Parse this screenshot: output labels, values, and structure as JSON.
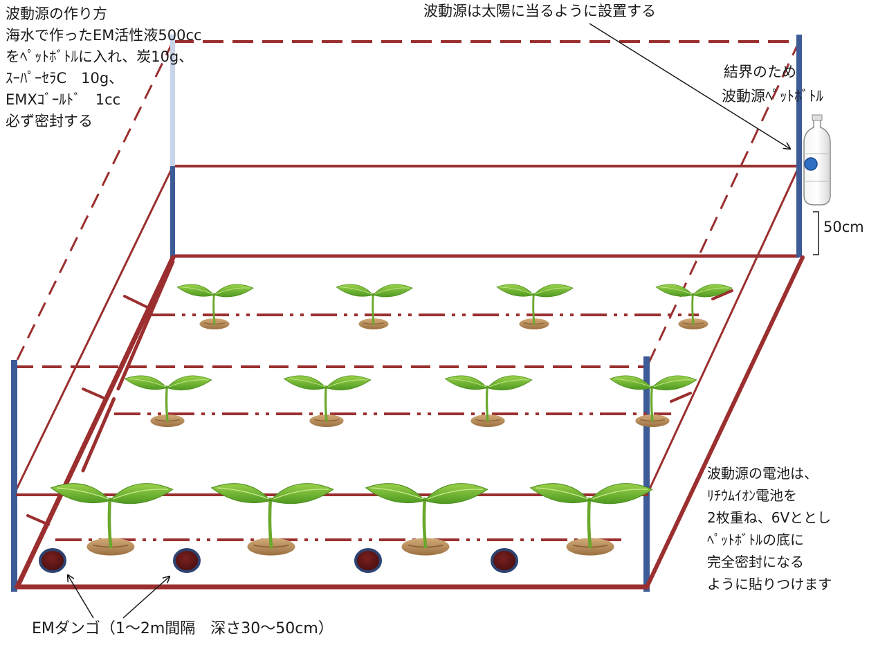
{
  "recipe": {
    "lines": [
      "波動源の作り方",
      "海水で作ったEM活性液500cc",
      "をﾍﾟｯﾄﾎﾞﾄﾙに入れ、炭10g、",
      "ｽｰﾊﾟｰｾﾗC　10g、",
      "EMXｺﾞｰﾙﾄﾞ　1cc",
      "必ず密封する"
    ]
  },
  "placement_note": "波動源は太陽に当るように設置する",
  "barrier_note": {
    "lines": [
      "結界のため",
      "波動源ﾍﾟｯﾄﾎﾞﾄﾙ"
    ]
  },
  "height_label": "50cm",
  "battery_note": {
    "lines": [
      "波動源の電池は、",
      "ﾘﾁｳﾑｲｵﾝ電池を",
      "2枚重ね、6Vととし",
      "ﾍﾟｯﾄﾎﾞﾄﾙの底に",
      "完全密封になる",
      "ように貼りつけます"
    ]
  },
  "dango_label": "EMダンゴ（1～2m間隔　深さ30～50cm）",
  "colors": {
    "frame": "#9b2f2f",
    "pole": "#3d5b96",
    "leaf": "#7cbf3a",
    "leaf_dark": "#4f8f22",
    "soil": "#b89060",
    "dango": "#5c1414",
    "dango_ring": "#2d4370",
    "bottle_cap": "#2f6fc4"
  },
  "icons": [
    "seedling-icon",
    "pet-bottle-icon",
    "em-dango-icon",
    "arrow-icon"
  ]
}
